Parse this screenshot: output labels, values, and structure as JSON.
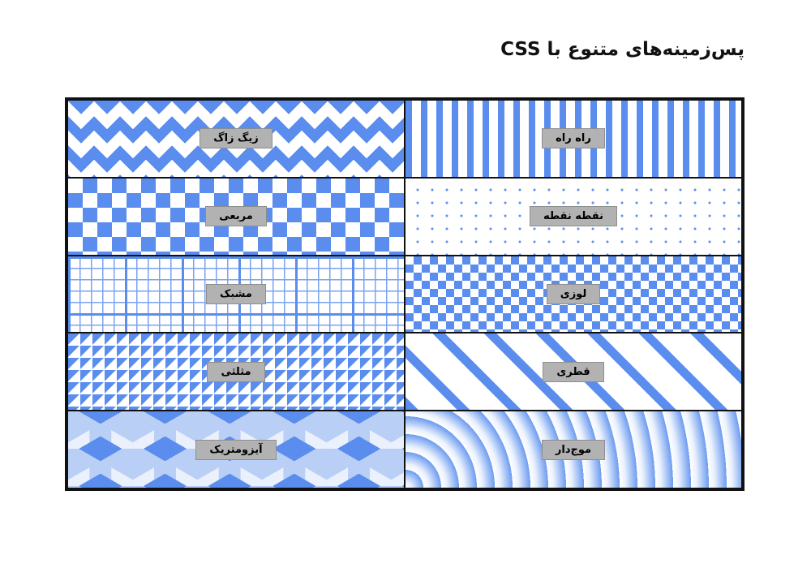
{
  "title": "پس‌زمینه‌های متنوع با CSS",
  "table": {
    "cells": [
      {
        "pattern": "zigzag",
        "label": "زیگ زاگ"
      },
      {
        "pattern": "vertical-stripes",
        "label": "راه راه"
      },
      {
        "pattern": "checkerboard",
        "label": "مربعی"
      },
      {
        "pattern": "dots",
        "label": "نقطه نقطه"
      },
      {
        "pattern": "grid-mesh",
        "label": "مشبک"
      },
      {
        "pattern": "diamonds",
        "label": "لوزی"
      },
      {
        "pattern": "triangles",
        "label": "مثلثی"
      },
      {
        "pattern": "diagonal-stripes",
        "label": "قطری"
      },
      {
        "pattern": "isometric-cubes",
        "label": "آیزومتریک"
      },
      {
        "pattern": "wavy",
        "label": "موج‌دار"
      }
    ]
  },
  "colors": {
    "primary_blue": "#5a8dee",
    "light_blue": "#b9cff5",
    "pale_blue": "#eaf1fd",
    "badge_gray": "#b2b2b2",
    "border_black": "#111111",
    "background": "#ffffff"
  }
}
